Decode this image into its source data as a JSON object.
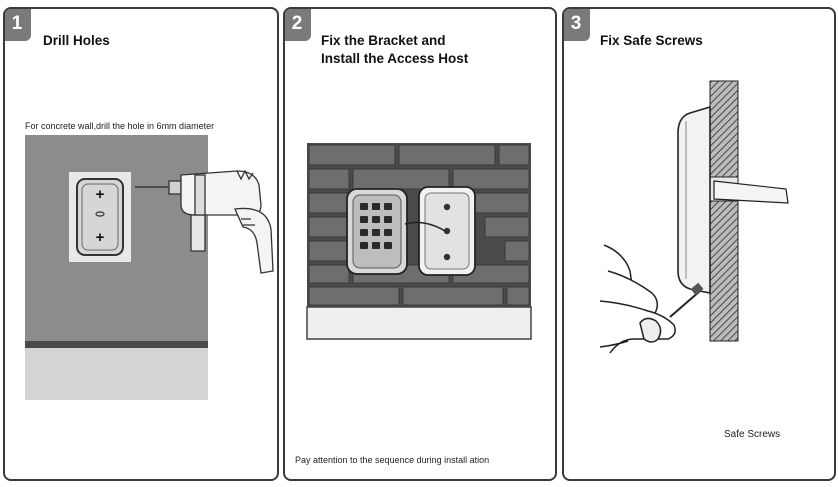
{
  "steps": [
    {
      "number": "1",
      "title": "Drill  Holes",
      "caption": "For concrete wall,drill the hole in 6mm diameter"
    },
    {
      "number": "2",
      "title_line1": "Fix the Bracket and",
      "title_line2": "Install the Access Host",
      "caption": "Pay attention to the sequence during install ation"
    },
    {
      "number": "3",
      "title": "Fix Safe Screws",
      "caption": "Safe Screws"
    }
  ]
}
